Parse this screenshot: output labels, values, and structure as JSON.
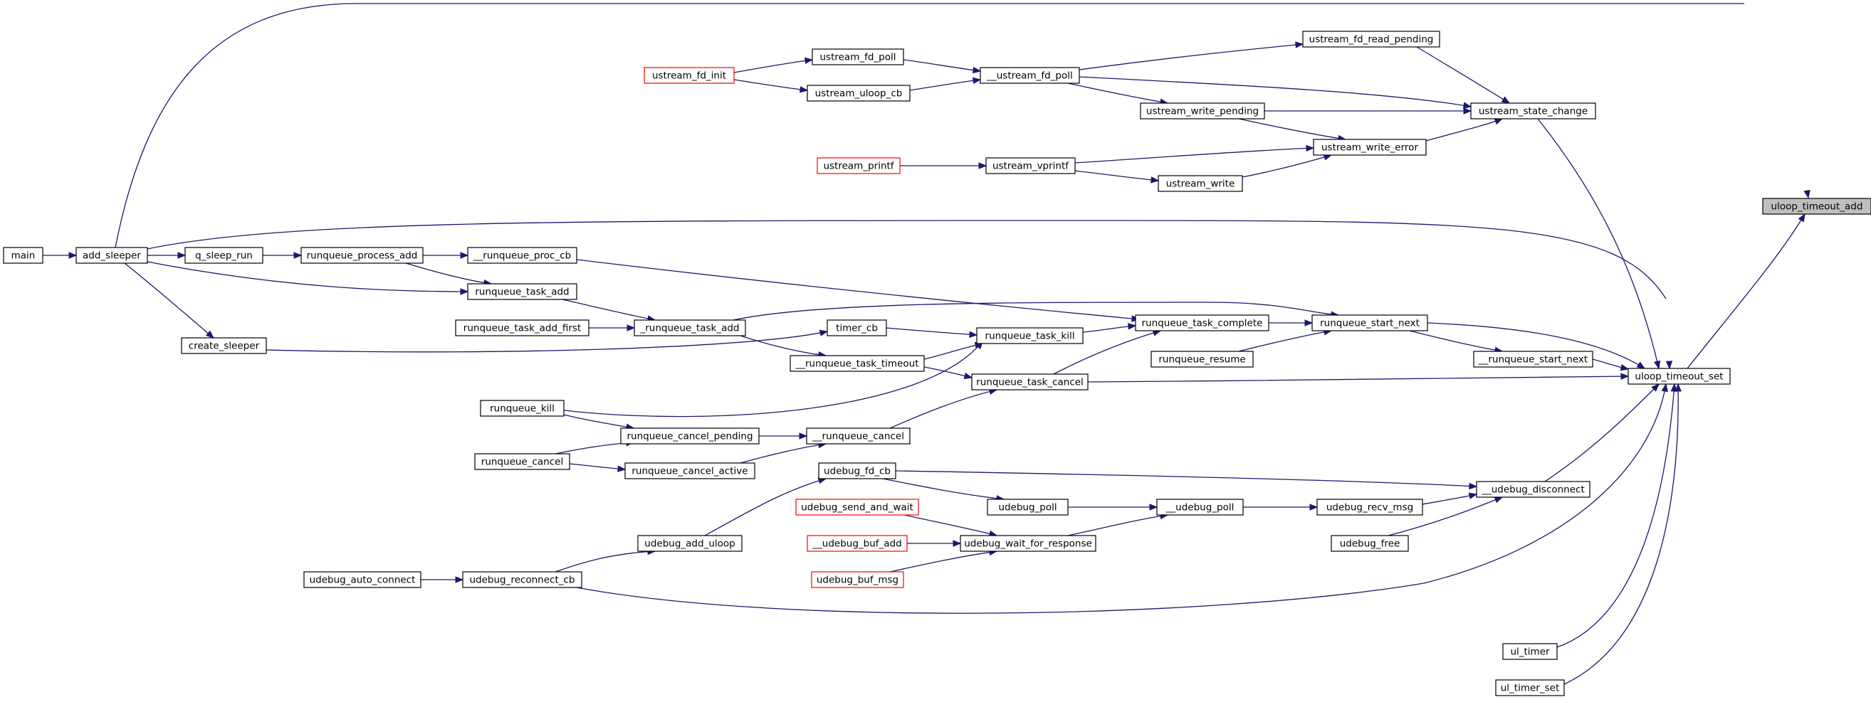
{
  "title": "",
  "nodes": {
    "uloop_timeout_add": "uloop_timeout_add",
    "ustream_fd_read_pending": "ustream_fd_read_pending",
    "ustream_state_change": "ustream_state_change",
    "ustream_fd_init": "ustream_fd_init",
    "ustream_fd_poll": "ustream_fd_poll",
    "ustream_uloop_cb": "ustream_uloop_cb",
    "__ustream_fd_poll": "__ustream_fd_poll",
    "ustream_write_pending": "ustream_write_pending",
    "ustream_write_error": "ustream_write_error",
    "ustream_printf": "ustream_printf",
    "ustream_vprintf": "ustream_vprintf",
    "ustream_write": "ustream_write",
    "main": "main",
    "add_sleeper": "add_sleeper",
    "q_sleep_run": "q_sleep_run",
    "runqueue_process_add": "runqueue_process_add",
    "__runqueue_proc_cb": "__runqueue_proc_cb",
    "runqueue_task_add": "runqueue_task_add",
    "runqueue_task_add_first": "runqueue_task_add_first",
    "_runqueue_task_add": "_runqueue_task_add",
    "timer_cb": "timer_cb",
    "create_sleeper": "create_sleeper",
    "runqueue_task_kill": "runqueue_task_kill",
    "runqueue_task_complete": "runqueue_task_complete",
    "runqueue_start_next": "runqueue_start_next",
    "runqueue_resume": "runqueue_resume",
    "__runqueue_task_timeout": "__runqueue_task_timeout",
    "__runqueue_start_next": "__runqueue_start_next",
    "runqueue_task_cancel": "runqueue_task_cancel",
    "uloop_timeout_set": "uloop_timeout_set",
    "runqueue_kill": "runqueue_kill",
    "runqueue_cancel_pending": "runqueue_cancel_pending",
    "__runqueue_cancel": "__runqueue_cancel",
    "runqueue_cancel": "runqueue_cancel",
    "runqueue_cancel_active": "runqueue_cancel_active",
    "udebug_fd_cb": "udebug_fd_cb",
    "__udebug_disconnect": "__udebug_disconnect",
    "udebug_send_and_wait": "udebug_send_and_wait",
    "udebug_poll": "udebug_poll",
    "__udebug_poll": "__udebug_poll",
    "udebug_recv_msg": "udebug_recv_msg",
    "udebug_add_uloop": "udebug_add_uloop",
    "__udebug_buf_add": "__udebug_buf_add",
    "udebug_wait_for_response": "udebug_wait_for_response",
    "udebug_free": "udebug_free",
    "udebug_auto_connect": "udebug_auto_connect",
    "udebug_reconnect_cb": "udebug_reconnect_cb",
    "udebug_buf_msg": "udebug_buf_msg",
    "ul_timer": "ul_timer",
    "ul_timer_set": "ul_timer_set"
  },
  "colors": {
    "edge": "#191970",
    "node_border": "#000000",
    "node_border_undocumented": "#ff0000",
    "root_fill": "#bfbfbf"
  },
  "edges": [
    [
      "main",
      "add_sleeper"
    ],
    [
      "add_sleeper",
      "uloop_timeout_add"
    ],
    [
      "add_sleeper",
      "q_sleep_run"
    ],
    [
      "add_sleeper",
      "runqueue_task_add"
    ],
    [
      "add_sleeper",
      "create_sleeper"
    ],
    [
      "add_sleeper",
      "uloop_timeout_set"
    ],
    [
      "q_sleep_run",
      "runqueue_process_add"
    ],
    [
      "runqueue_process_add",
      "__runqueue_proc_cb"
    ],
    [
      "runqueue_process_add",
      "runqueue_task_add"
    ],
    [
      "runqueue_task_add",
      "_runqueue_task_add"
    ],
    [
      "runqueue_task_add_first",
      "_runqueue_task_add"
    ],
    [
      "_runqueue_task_add",
      "runqueue_start_next"
    ],
    [
      "_runqueue_task_add",
      "__runqueue_task_timeout"
    ],
    [
      "__runqueue_proc_cb",
      "runqueue_task_complete"
    ],
    [
      "create_sleeper",
      "timer_cb"
    ],
    [
      "timer_cb",
      "runqueue_task_kill"
    ],
    [
      "__runqueue_task_timeout",
      "runqueue_task_kill"
    ],
    [
      "__runqueue_task_timeout",
      "runqueue_task_cancel"
    ],
    [
      "runqueue_task_kill",
      "runqueue_task_complete"
    ],
    [
      "runqueue_task_cancel",
      "runqueue_task_complete"
    ],
    [
      "runqueue_task_cancel",
      "uloop_timeout_set"
    ],
    [
      "runqueue_task_complete",
      "runqueue_start_next"
    ],
    [
      "runqueue_resume",
      "runqueue_start_next"
    ],
    [
      "runqueue_start_next",
      "__runqueue_start_next"
    ],
    [
      "runqueue_start_next",
      "uloop_timeout_set"
    ],
    [
      "__runqueue_start_next",
      "uloop_timeout_set"
    ],
    [
      "runqueue_kill",
      "runqueue_cancel_pending"
    ],
    [
      "runqueue_kill",
      "runqueue_task_kill"
    ],
    [
      "runqueue_cancel",
      "runqueue_cancel_pending"
    ],
    [
      "runqueue_cancel",
      "runqueue_cancel_active"
    ],
    [
      "runqueue_cancel_pending",
      "__runqueue_cancel"
    ],
    [
      "runqueue_cancel_active",
      "__runqueue_cancel"
    ],
    [
      "__runqueue_cancel",
      "runqueue_task_cancel"
    ],
    [
      "ustream_fd_init",
      "ustream_fd_poll"
    ],
    [
      "ustream_fd_init",
      "ustream_uloop_cb"
    ],
    [
      "ustream_fd_poll",
      "__ustream_fd_poll"
    ],
    [
      "ustream_uloop_cb",
      "__ustream_fd_poll"
    ],
    [
      "__ustream_fd_poll",
      "ustream_fd_read_pending"
    ],
    [
      "__ustream_fd_poll",
      "ustream_state_change"
    ],
    [
      "__ustream_fd_poll",
      "ustream_write_pending"
    ],
    [
      "ustream_fd_read_pending",
      "ustream_state_change"
    ],
    [
      "ustream_write_pending",
      "ustream_state_change"
    ],
    [
      "ustream_write_pending",
      "ustream_write_error"
    ],
    [
      "ustream_printf",
      "ustream_vprintf"
    ],
    [
      "ustream_vprintf",
      "ustream_write_error"
    ],
    [
      "ustream_vprintf",
      "ustream_write"
    ],
    [
      "ustream_write",
      "ustream_write_error"
    ],
    [
      "ustream_write_error",
      "ustream_state_change"
    ],
    [
      "ustream_state_change",
      "uloop_timeout_set"
    ],
    [
      "udebug_auto_connect",
      "udebug_reconnect_cb"
    ],
    [
      "udebug_reconnect_cb",
      "udebug_add_uloop"
    ],
    [
      "udebug_reconnect_cb",
      "uloop_timeout_set"
    ],
    [
      "udebug_add_uloop",
      "udebug_fd_cb"
    ],
    [
      "udebug_fd_cb",
      "__udebug_disconnect"
    ],
    [
      "udebug_fd_cb",
      "udebug_poll"
    ],
    [
      "udebug_send_and_wait",
      "udebug_wait_for_response"
    ],
    [
      "__udebug_buf_add",
      "udebug_wait_for_response"
    ],
    [
      "udebug_buf_msg",
      "udebug_wait_for_response"
    ],
    [
      "udebug_wait_for_response",
      "__udebug_poll"
    ],
    [
      "udebug_poll",
      "__udebug_poll"
    ],
    [
      "__udebug_poll",
      "udebug_recv_msg"
    ],
    [
      "udebug_recv_msg",
      "__udebug_disconnect"
    ],
    [
      "udebug_free",
      "__udebug_disconnect"
    ],
    [
      "__udebug_disconnect",
      "uloop_timeout_set"
    ],
    [
      "ul_timer",
      "uloop_timeout_set"
    ],
    [
      "ul_timer_set",
      "uloop_timeout_set"
    ],
    [
      "uloop_timeout_set",
      "uloop_timeout_add"
    ]
  ]
}
